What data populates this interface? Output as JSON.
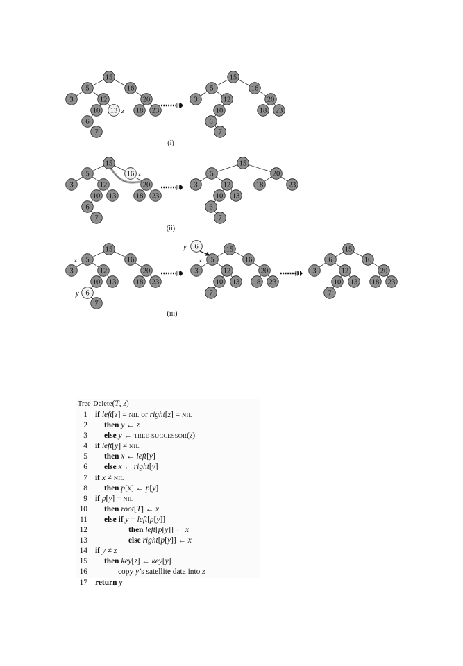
{
  "colors": {
    "node_fill": "#8f8f8f",
    "node_highlight_fill": "#f2f2f2",
    "node_stroke": "#222222",
    "edge": "#333333"
  },
  "panels": [
    {
      "label": "(i)",
      "before": {
        "keys": [
          "15",
          "5",
          "16",
          "3",
          "12",
          "20",
          "10",
          "13",
          "18",
          "23",
          "6",
          "7"
        ],
        "tags": [
          "z"
        ]
      },
      "after": {
        "keys": [
          "15",
          "5",
          "16",
          "3",
          "12",
          "20",
          "10",
          "18",
          "23",
          "6",
          "7"
        ],
        "tags": []
      }
    },
    {
      "label": "(ii)",
      "before": {
        "keys": [
          "15",
          "5",
          "16",
          "3",
          "12",
          "20",
          "10",
          "13",
          "18",
          "23",
          "6",
          "7"
        ],
        "tags": [
          "z"
        ]
      },
      "after": {
        "keys": [
          "15",
          "5",
          "20",
          "3",
          "12",
          "18",
          "23",
          "10",
          "13",
          "6",
          "7"
        ],
        "tags": []
      }
    },
    {
      "label": "(iii)",
      "before": {
        "keys": [
          "15",
          "5",
          "16",
          "3",
          "12",
          "20",
          "10",
          "13",
          "18",
          "23",
          "6",
          "7"
        ],
        "tags": [
          "z",
          "y"
        ]
      },
      "middle": {
        "keys": [
          "6",
          "15",
          "5",
          "16",
          "3",
          "12",
          "20",
          "10",
          "13",
          "18",
          "23",
          "7"
        ],
        "tags": [
          "y",
          "z"
        ]
      },
      "after": {
        "keys": [
          "15",
          "6",
          "16",
          "3",
          "12",
          "20",
          "10",
          "13",
          "18",
          "23",
          "7"
        ],
        "tags": []
      }
    }
  ],
  "code": {
    "title": [
      "Tree-Delete",
      "(",
      "T",
      ", ",
      "z",
      ")"
    ],
    "lines": [
      {
        "n": "1",
        "indent": 0,
        "parts": [
          [
            "b",
            "if "
          ],
          [
            "i",
            "left"
          ],
          [
            "r",
            "["
          ],
          [
            "i",
            "z"
          ],
          [
            "r",
            "] = "
          ],
          [
            "s",
            "NIL"
          ],
          [
            "r",
            " or "
          ],
          [
            "i",
            "right"
          ],
          [
            "r",
            "["
          ],
          [
            "i",
            "z"
          ],
          [
            "r",
            "] = "
          ],
          [
            "s",
            "NIL"
          ]
        ]
      },
      {
        "n": "2",
        "indent": 1,
        "parts": [
          [
            "b",
            "then "
          ],
          [
            "i",
            "y"
          ],
          [
            "r",
            " ← "
          ],
          [
            "i",
            "z"
          ]
        ]
      },
      {
        "n": "3",
        "indent": 1,
        "parts": [
          [
            "b",
            "else "
          ],
          [
            "i",
            " y"
          ],
          [
            "r",
            " ← "
          ],
          [
            "s",
            "TREE-SUCCESSOR"
          ],
          [
            "r",
            "("
          ],
          [
            "i",
            "z"
          ],
          [
            "r",
            ")"
          ]
        ]
      },
      {
        "n": "4",
        "indent": 0,
        "parts": [
          [
            "b",
            "if "
          ],
          [
            "i",
            "left"
          ],
          [
            "r",
            "["
          ],
          [
            "i",
            "y"
          ],
          [
            "r",
            "] ≠ "
          ],
          [
            "s",
            "NIL"
          ]
        ]
      },
      {
        "n": "5",
        "indent": 1,
        "parts": [
          [
            "b",
            "then "
          ],
          [
            "i",
            "x"
          ],
          [
            "r",
            " ← "
          ],
          [
            "i",
            "left"
          ],
          [
            "r",
            "["
          ],
          [
            "i",
            "y"
          ],
          [
            "r",
            "]"
          ]
        ]
      },
      {
        "n": "6",
        "indent": 1,
        "parts": [
          [
            "b",
            "else "
          ],
          [
            "i",
            "x"
          ],
          [
            "r",
            " ← "
          ],
          [
            "i",
            "right"
          ],
          [
            "r",
            "["
          ],
          [
            "i",
            "y"
          ],
          [
            "r",
            "]"
          ]
        ]
      },
      {
        "n": "7",
        "indent": 0,
        "parts": [
          [
            "b",
            "if "
          ],
          [
            "i",
            "x"
          ],
          [
            "r",
            " ≠ "
          ],
          [
            "s",
            "NIL"
          ]
        ]
      },
      {
        "n": "8",
        "indent": 1,
        "parts": [
          [
            "b",
            "then "
          ],
          [
            "i",
            "p"
          ],
          [
            "r",
            "["
          ],
          [
            "i",
            "x"
          ],
          [
            "r",
            "] ← "
          ],
          [
            "i",
            "p"
          ],
          [
            "r",
            "["
          ],
          [
            "i",
            "y"
          ],
          [
            "r",
            "]"
          ]
        ]
      },
      {
        "n": "9",
        "indent": 0,
        "parts": [
          [
            "b",
            "if "
          ],
          [
            "i",
            "p"
          ],
          [
            "r",
            "["
          ],
          [
            "i",
            "y"
          ],
          [
            "r",
            "] = "
          ],
          [
            "s",
            "NIL"
          ]
        ]
      },
      {
        "n": "10",
        "indent": 1,
        "parts": [
          [
            "b",
            "then "
          ],
          [
            "i",
            "root"
          ],
          [
            "r",
            "["
          ],
          [
            "i",
            "T"
          ],
          [
            "r",
            "] ← "
          ],
          [
            "i",
            "x"
          ]
        ]
      },
      {
        "n": "11",
        "indent": 1,
        "parts": [
          [
            "b",
            "else  if "
          ],
          [
            "i",
            "y"
          ],
          [
            "r",
            " = "
          ],
          [
            "i",
            "left"
          ],
          [
            "r",
            "["
          ],
          [
            "i",
            "p"
          ],
          [
            "r",
            "["
          ],
          [
            "i",
            "y"
          ],
          [
            "r",
            "]]"
          ]
        ]
      },
      {
        "n": "12",
        "indent": 3,
        "parts": [
          [
            "b",
            "then "
          ],
          [
            "i",
            "left"
          ],
          [
            "r",
            "["
          ],
          [
            "i",
            "p"
          ],
          [
            "r",
            "["
          ],
          [
            "i",
            "y"
          ],
          [
            "r",
            "]] ← "
          ],
          [
            "i",
            "x"
          ]
        ]
      },
      {
        "n": "13",
        "indent": 3,
        "parts": [
          [
            "b",
            "else  "
          ],
          [
            "i",
            "right"
          ],
          [
            "r",
            "["
          ],
          [
            "i",
            "p"
          ],
          [
            "r",
            "["
          ],
          [
            "i",
            "y"
          ],
          [
            "r",
            "]] ← "
          ],
          [
            "i",
            "x"
          ]
        ]
      },
      {
        "n": "14",
        "indent": 0,
        "parts": [
          [
            "b",
            "if "
          ],
          [
            "i",
            "y"
          ],
          [
            "r",
            " ≠ "
          ],
          [
            "i",
            "z"
          ]
        ]
      },
      {
        "n": "15",
        "indent": 1,
        "parts": [
          [
            "b",
            "then "
          ],
          [
            "i",
            "key"
          ],
          [
            "r",
            "["
          ],
          [
            "i",
            "z"
          ],
          [
            "r",
            "] ← "
          ],
          [
            "i",
            "key"
          ],
          [
            "r",
            "["
          ],
          [
            "i",
            "y"
          ],
          [
            "r",
            "]"
          ]
        ]
      },
      {
        "n": "16",
        "indent": 2,
        "parts": [
          [
            "r",
            "copy "
          ],
          [
            "i",
            "y"
          ],
          [
            "r",
            "’s satellite data into "
          ],
          [
            "i",
            "z"
          ]
        ]
      },
      {
        "n": "17",
        "indent": 0,
        "parts": [
          [
            "b",
            "return "
          ],
          [
            "i",
            "y"
          ]
        ]
      }
    ]
  }
}
